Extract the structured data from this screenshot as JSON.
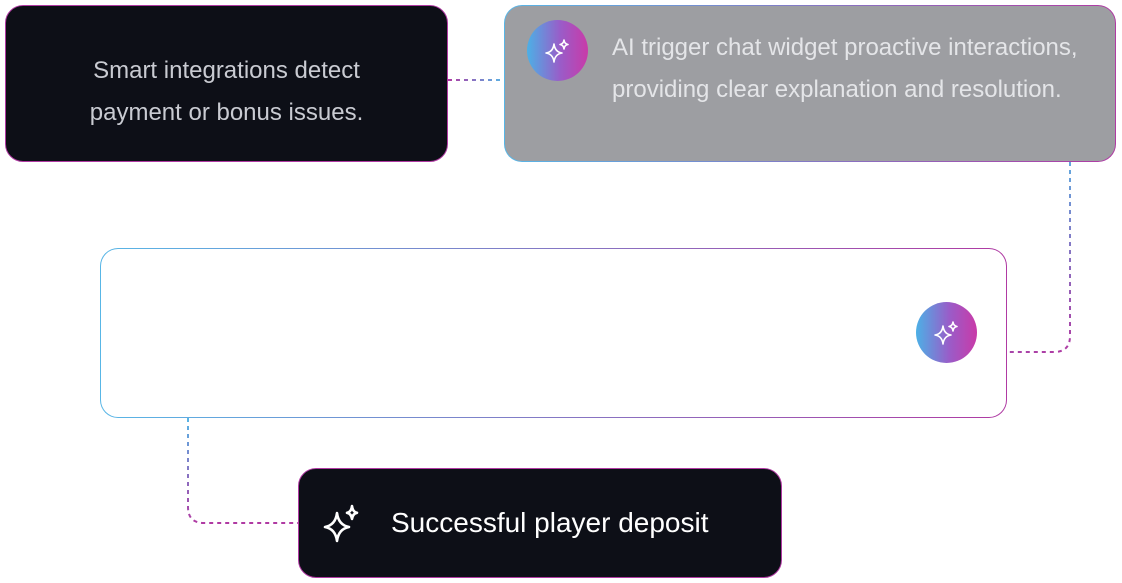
{
  "nodes": {
    "detect": {
      "text_line1": "Smart integrations detect",
      "text_line2": "payment or bonus issues."
    },
    "trigger": {
      "text": "AI trigger chat widget proactive interactions, providing clear explanation and resolution."
    },
    "middle": {},
    "deposit": {
      "text": "Successful player deposit"
    }
  },
  "icons": {
    "ai_badge": "sparkle-icon",
    "deposit": "sparkle-icon"
  },
  "colors": {
    "dark_box": "#0d0f17",
    "grey_box": "#9d9ea2",
    "gradient_start": "#58b6e6",
    "gradient_end": "#b03aa3"
  }
}
